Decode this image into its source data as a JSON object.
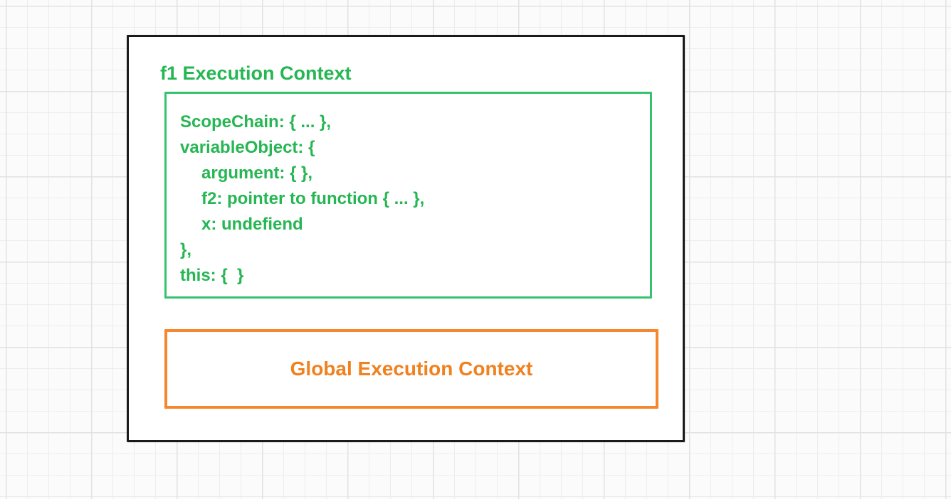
{
  "colors": {
    "background": "#fbfbfb",
    "grid_minor": "#ededed",
    "grid_major": "#e2e2e2",
    "green_text": "#26b653",
    "green_border": "#34c46e",
    "orange_text": "#f1801f",
    "orange_border": "#f5882e",
    "outer_border": "#1a1a1a"
  },
  "diagram": {
    "f1_context": {
      "title": "f1 Execution Context",
      "code_lines": [
        {
          "text": "ScopeChain: { ... },",
          "indent": 0
        },
        {
          "text": "variableObject: {",
          "indent": 0
        },
        {
          "text": "argument: { },",
          "indent": 1
        },
        {
          "text": "f2: pointer to function { ... },",
          "indent": 1
        },
        {
          "text": "x: undefiend",
          "indent": 1
        },
        {
          "text": "},",
          "indent": 0
        },
        {
          "text": "this: {  }",
          "indent": 0
        }
      ]
    },
    "global_context": {
      "title": "Global Execution Context"
    }
  }
}
